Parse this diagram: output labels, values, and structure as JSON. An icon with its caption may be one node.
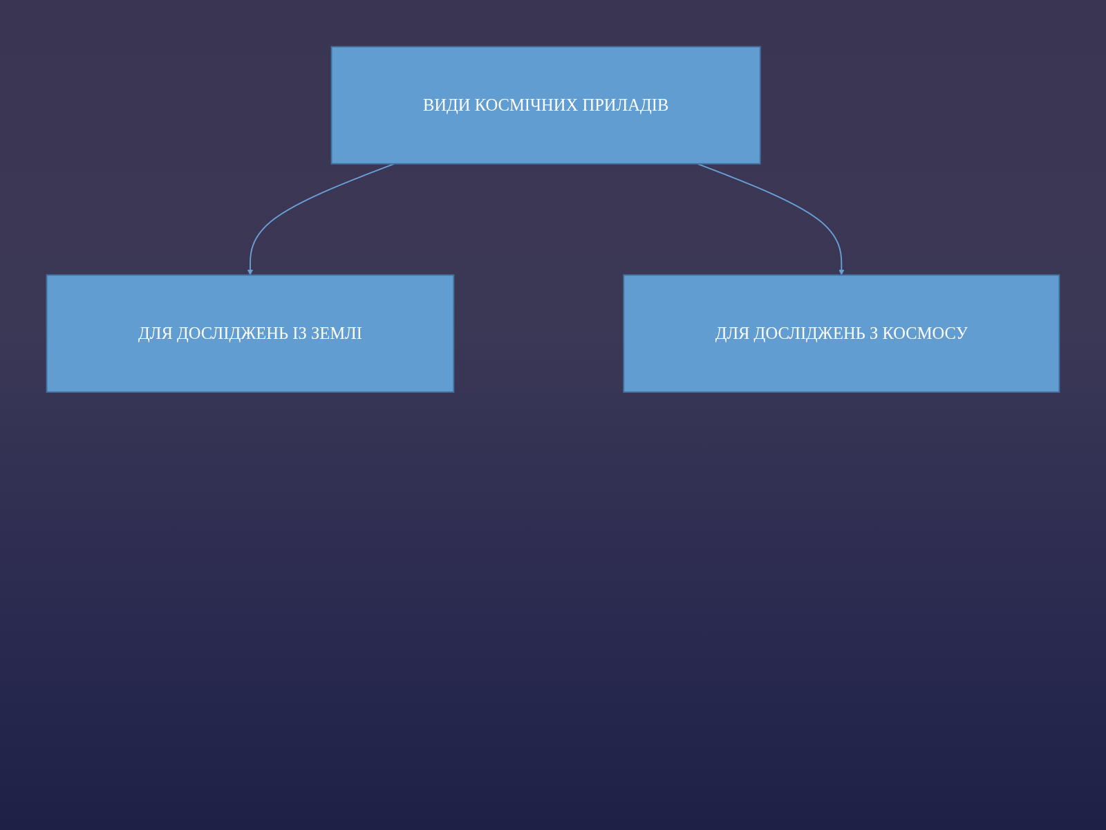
{
  "diagram": {
    "nodes": [
      {
        "text": [
          "ВИДИ КОСМІЧНИХ ПРИЛАДІВ"
        ]
      },
      {
        "text": [
          "ДЛЯ ДОСЛІДЖЕНЬ ІЗ ЗЕМЛІ"
        ]
      },
      {
        "text": [
          "ДЛЯ ДОСЛІДЖЕНЬ З КОСМОСУ"
        ]
      }
    ],
    "edges": [
      {
        "from": 0,
        "to": 1,
        "arrow": "to"
      },
      {
        "from": 0,
        "to": 2,
        "arrow": "to"
      }
    ]
  }
}
